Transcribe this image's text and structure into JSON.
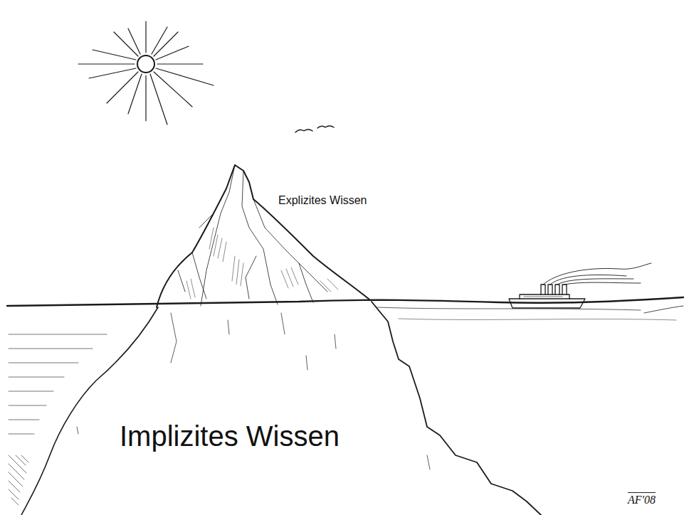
{
  "diagram": {
    "labels": [
      "Explizites Wissen",
      "Implizites Wissen",
      "AF'08"
    ]
  }
}
